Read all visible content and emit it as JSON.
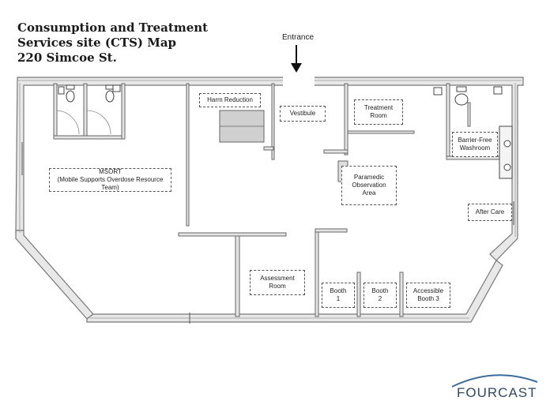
{
  "title": {
    "line1": "Consumption and Treatment",
    "line2": "Services site (CTS) Map",
    "line3": "220 Simcoe St."
  },
  "entrance": "Entrance",
  "rooms": {
    "harm_reduction": "Harm Reduction",
    "vestibule": "Vestibule",
    "treatment_1": "Treatment",
    "treatment_2": "Room",
    "washroom_1": "Barrier-Free",
    "washroom_2": "Washroom",
    "msort_1": "MSORT",
    "msort_2": "(Mobile Supports Overdose Resource Team)",
    "paramedic_1": "Paramedic",
    "paramedic_2": "Observation",
    "paramedic_3": "Area",
    "after_care": "After Care",
    "assessment_1": "Assessment",
    "assessment_2": "Room",
    "booth1_1": "Booth",
    "booth1_2": "1",
    "booth2_1": "Booth",
    "booth2_2": "2",
    "booth3_1": "Accessible",
    "booth3_2": "Booth 3"
  },
  "brand": "FOURCAST",
  "colors": {
    "wall": "#8a8a8a",
    "brand": "#2f4a66"
  },
  "icons": [
    "down-arrow-icon",
    "toilet-icon",
    "sink-icon",
    "brand-arc-icon"
  ]
}
